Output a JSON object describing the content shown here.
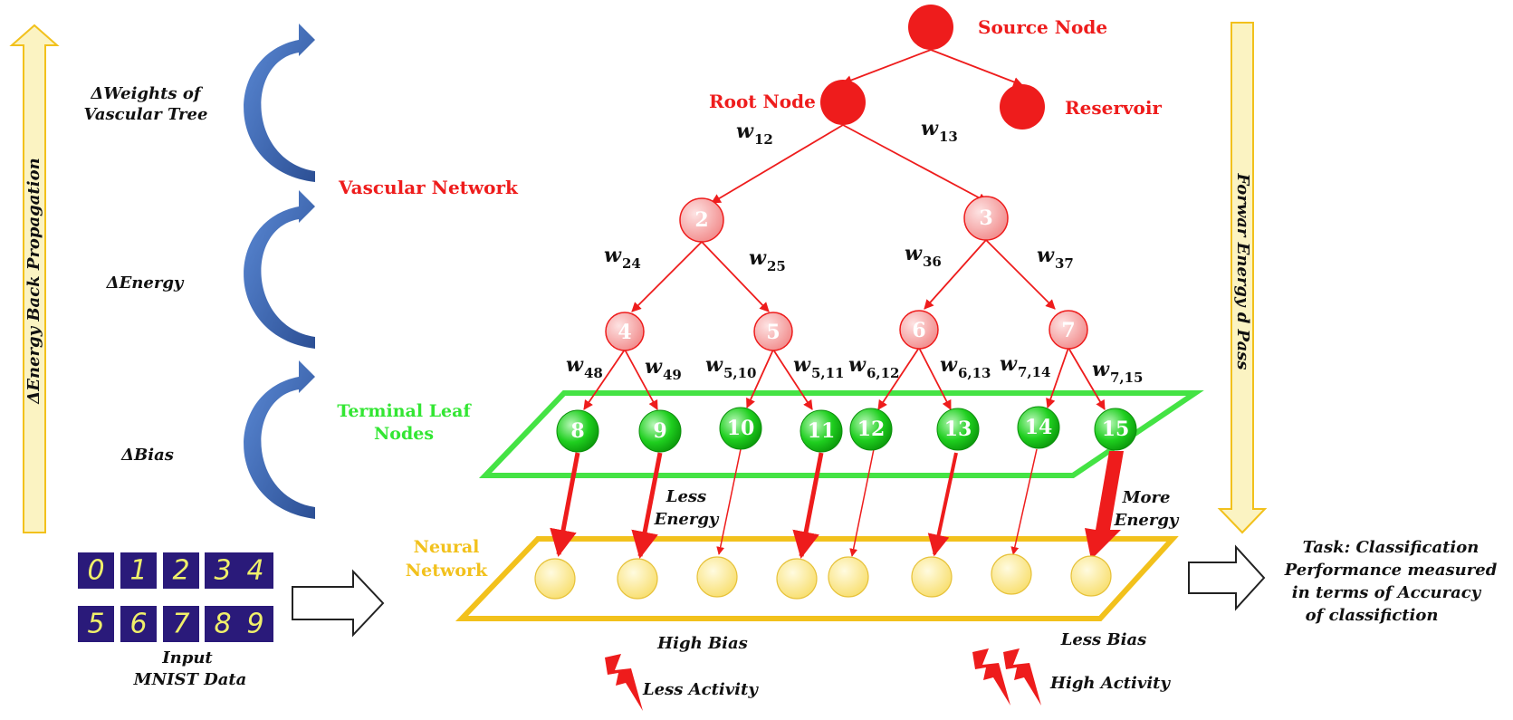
{
  "labels": {
    "source_node": "Source Node",
    "root_node": "Root Node",
    "reservoir": "Reservoir",
    "vascular_network": "Vascular Network",
    "terminal_leaf_line1": "Terminal Leaf",
    "terminal_leaf_line2": "Nodes",
    "neural_line1": "Neural",
    "neural_line2": "Network",
    "delta_weights_line1": "ΔWeights of",
    "delta_weights_line2": "Vascular Tree",
    "delta_energy": "ΔEnergy",
    "delta_bias": "ΔBias",
    "back_propagation": "ΔEnergy Back Propagation",
    "forward_pass": "Forwar Energy d Pass",
    "less_energy_line1": "Less",
    "less_energy_line2": "Energy",
    "more_energy_line1": "More",
    "more_energy_line2": "Energy",
    "high_bias": "High Bias",
    "less_bias": "Less Bias",
    "less_activity": "Less Activity",
    "high_activity": "High Activity",
    "input_line1": "Input",
    "input_line2": "MNIST Data",
    "task_line1": "Task:  Classification",
    "task_line2": "Performance measured",
    "task_line3": "in terms of Accuracy",
    "task_line4": "of classifiction"
  },
  "weights": {
    "w12": {
      "main": "w",
      "sub": "12"
    },
    "w13": {
      "main": "w",
      "sub": "13"
    },
    "w24": {
      "main": "w",
      "sub": "24"
    },
    "w25": {
      "main": "w",
      "sub": "25"
    },
    "w36": {
      "main": "w",
      "sub": "36"
    },
    "w37": {
      "main": "w",
      "sub": "37"
    },
    "w48": {
      "main": "w",
      "sub": "48"
    },
    "w49": {
      "main": "w",
      "sub": "49"
    },
    "w510": {
      "main": "w",
      "sub": "5,10"
    },
    "w511": {
      "main": "w",
      "sub": "5,11"
    },
    "w612": {
      "main": "w",
      "sub": "6,12"
    },
    "w613": {
      "main": "w",
      "sub": "6,13"
    },
    "w714": {
      "main": "w",
      "sub": "7,14"
    },
    "w715": {
      "main": "w",
      "sub": "7,15"
    }
  },
  "nodes": {
    "n2": "2",
    "n3": "3",
    "n4": "4",
    "n5": "5",
    "n6": "6",
    "n7": "7",
    "n8": "8",
    "n9": "9",
    "n10": "10",
    "n11": "11",
    "n12": "12",
    "n13": "13",
    "n14": "14",
    "n15": "15"
  },
  "mnist_digits": [
    "0",
    "1",
    "2",
    "3",
    "4",
    "5",
    "6",
    "7",
    "8",
    "9"
  ],
  "colors": {
    "red": "#ee1c1c",
    "pink_node": "#f6a5a5",
    "green_node": "#1fcf1f",
    "leaf_outline": "#44e344",
    "neural_outline": "#f2c11c",
    "neuron_fill": "#fbe98a",
    "arrow_blue": "#3b68b8",
    "bar_yellow": "#fbf3c2"
  }
}
